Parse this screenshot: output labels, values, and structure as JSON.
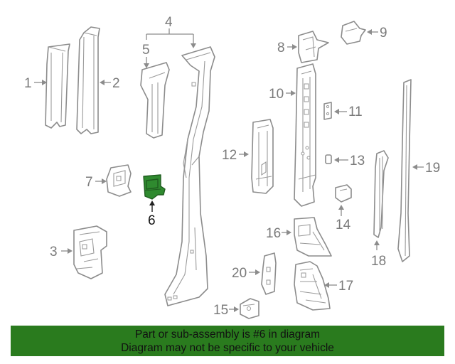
{
  "diagram": {
    "highlighted_part": "6",
    "callouts": [
      "1",
      "2",
      "3",
      "4",
      "5",
      "6",
      "7",
      "8",
      "9",
      "10",
      "11",
      "12",
      "13",
      "14",
      "15",
      "16",
      "17",
      "18",
      "19",
      "20"
    ]
  },
  "banner": {
    "line1": "Part or sub-assembly is #6 in diagram",
    "line2": "Diagram may not be specific to your vehicle"
  },
  "colors": {
    "banner_bg": "#2a7b1e",
    "highlight": "#2f8a2f",
    "line_art": "#8c8c8c"
  }
}
